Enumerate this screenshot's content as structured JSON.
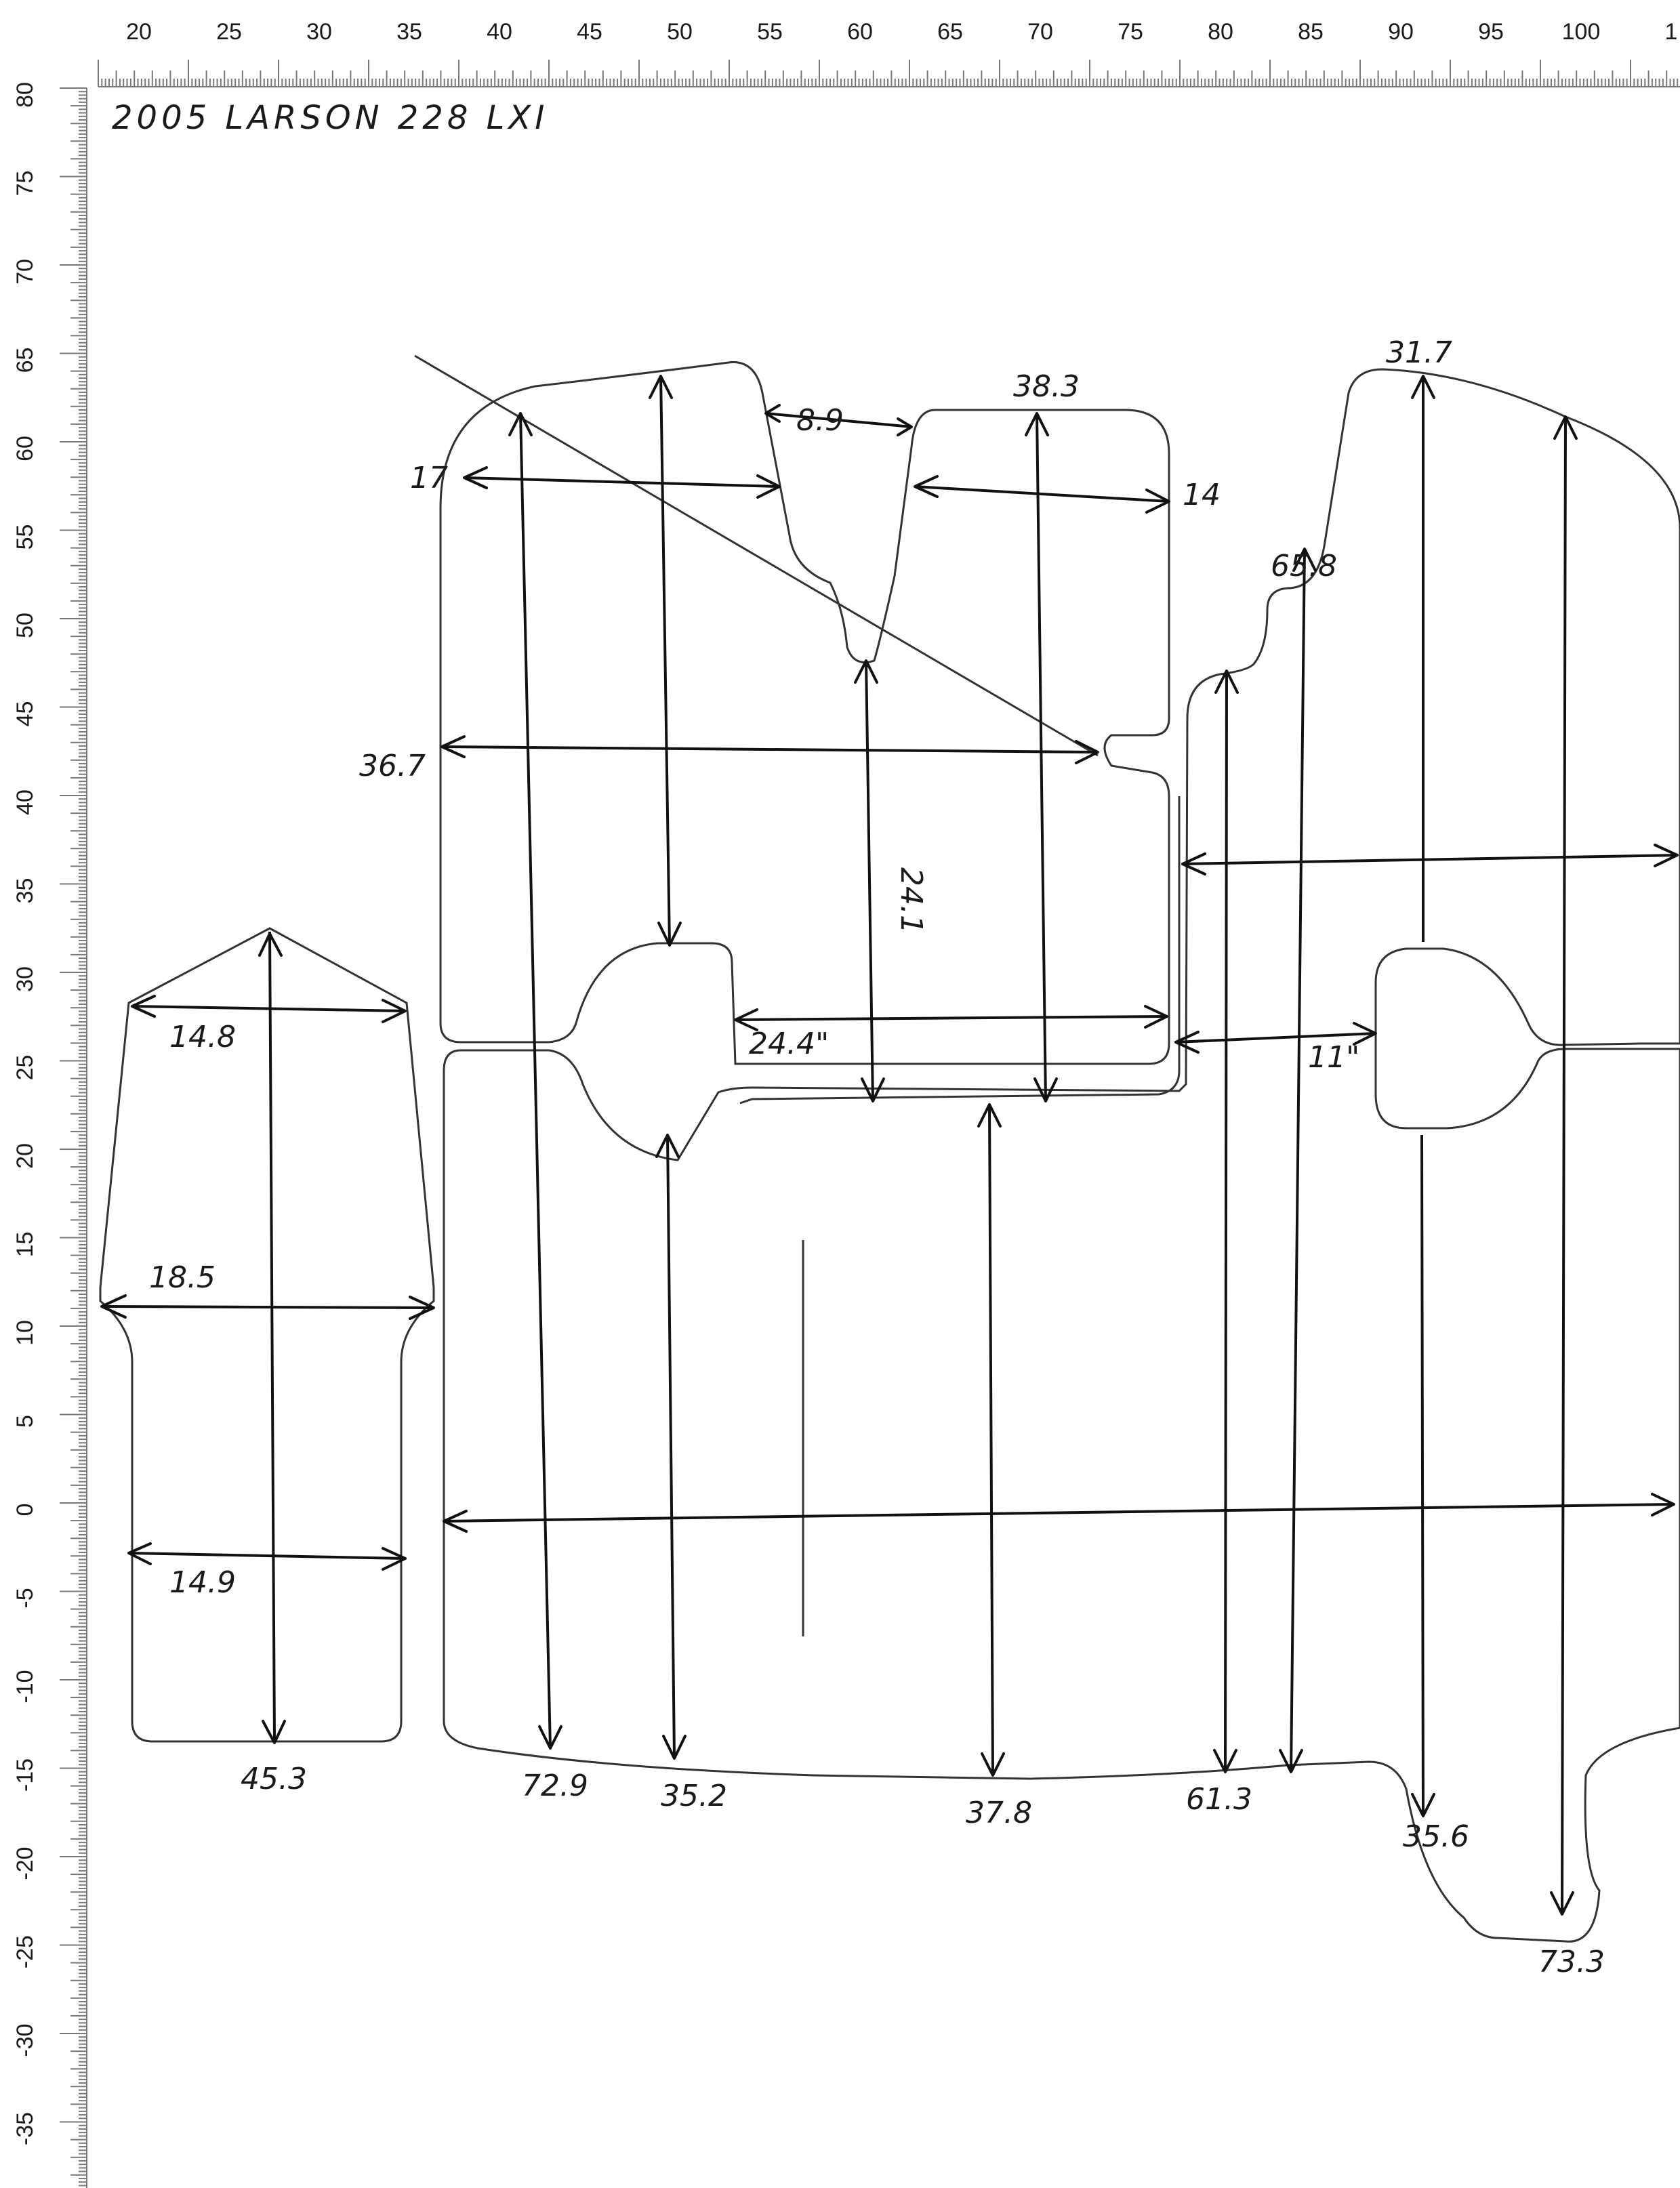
{
  "title": "2005 LARSON 228 LXI",
  "ruler": {
    "top_labels": [
      "20",
      "25",
      "30",
      "35",
      "40",
      "45",
      "50",
      "55",
      "60",
      "65",
      "70",
      "75",
      "80",
      "85",
      "90",
      "95",
      "100",
      "1"
    ],
    "left_labels": [
      "80",
      "75",
      "70",
      "65",
      "60",
      "55",
      "50",
      "45",
      "40",
      "35",
      "30",
      "25",
      "20",
      "15",
      "10",
      "5",
      "0",
      "-5",
      "-10",
      "-15",
      "-20",
      "-25",
      "-30",
      "-35"
    ]
  },
  "measurements": {
    "left_panel_top_width": "14.8",
    "left_panel_mid_width": "18.5",
    "left_panel_low_width": "14.9",
    "left_panel_length": "45.3",
    "notch_width": "8.9",
    "center_top_width": "38.3",
    "cockpit_left_width": "17",
    "cockpit_right_width": "14",
    "helm_width": "36.7",
    "notch_depth": "24.1",
    "gap_width": "24.4\"",
    "starboard_top_width": "31.7",
    "starboard_step": "65.8",
    "starboard_gap": "11\"",
    "bottom_dims": [
      "72.9",
      "35.2",
      "37.8",
      "61.3",
      "35.6",
      "73.3"
    ]
  }
}
